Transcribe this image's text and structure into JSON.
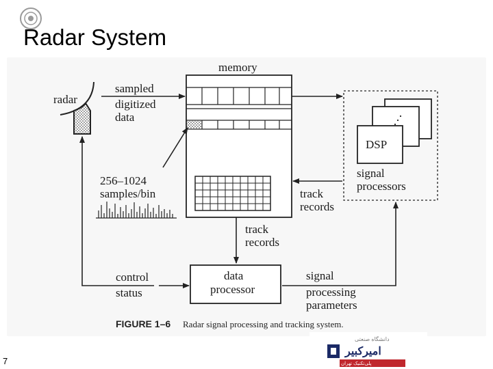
{
  "slide": {
    "title": "Radar System",
    "number": "7"
  },
  "diagram": {
    "labels": {
      "memory": "memory",
      "radar": "radar",
      "sampled": "sampled",
      "digitized": "digitized",
      "data": "data",
      "samples_range": "256–1024",
      "samples_per_bin": "samples/bin",
      "dsp": "DSP",
      "signal": "signal",
      "processors": "processors",
      "track_records_right_1": "track",
      "track_records_right_2": "records",
      "track_records_bottom_1": "track",
      "track_records_bottom_2": "records",
      "data_processor_1": "data",
      "data_processor_2": "processor",
      "control": "control",
      "status": "status",
      "signal_processing_1": "signal",
      "signal_processing_2": "processing",
      "signal_processing_3": "parameters"
    },
    "caption": {
      "label": "FIGURE 1–6",
      "text": "Radar signal processing and tracking system."
    }
  },
  "logo": {
    "top_text": "دانشگاه صنعتی",
    "main_text": "امیرکبیر",
    "bottom_text": "پلی‌تکنیک تهران",
    "colors": {
      "main": "#1b2a66",
      "band": "#c0272d"
    }
  }
}
